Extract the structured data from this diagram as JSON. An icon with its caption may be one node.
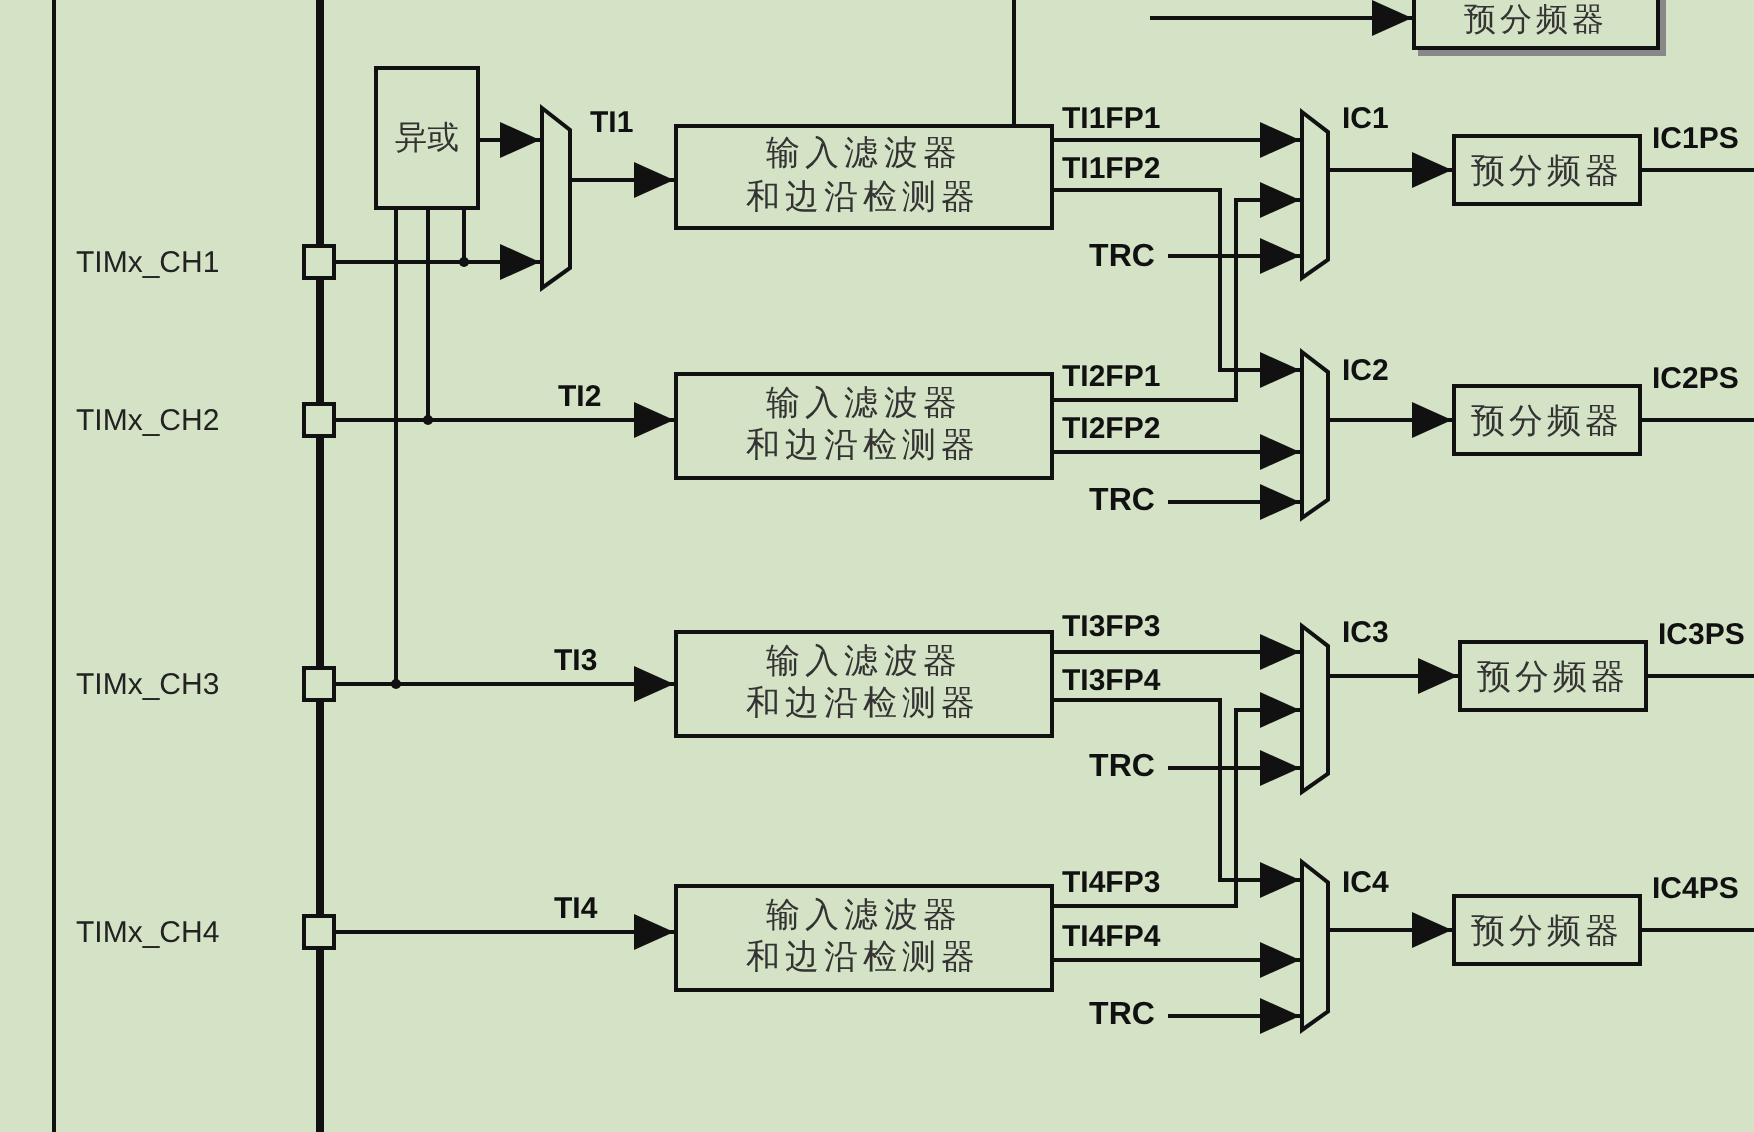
{
  "diagram": {
    "nodes": [
      {
        "text": [
          "异或"
        ]
      },
      {
        "text": [],
        "shape": "trapezoid"
      },
      {
        "text": [
          "输入滤波器和边沿检测器"
        ]
      },
      {
        "text": [
          "输入滤波器和边沿检测器"
        ]
      },
      {
        "text": [
          "输入滤波器和边沿检测器"
        ]
      },
      {
        "text": [
          "输入滤波器和边沿检测器"
        ]
      },
      {
        "text": [],
        "shape": "trapezoid"
      },
      {
        "text": [],
        "shape": "trapezoid"
      },
      {
        "text": [],
        "shape": "trapezoid"
      },
      {
        "text": [],
        "shape": "trapezoid"
      },
      {
        "text": [
          "预分频器"
        ]
      },
      {
        "text": [
          "预分频器"
        ]
      },
      {
        "text": [
          "预分频器"
        ]
      },
      {
        "text": [
          "预分频器"
        ]
      },
      {
        "text": [
          "预分频器"
        ]
      },
      {
        "text": [],
        "shape": "box",
        "beside": [
          "TIMx_CH1"
        ]
      },
      {
        "text": [],
        "shape": "box",
        "beside": [
          "TIMx_CH2"
        ]
      },
      {
        "text": [],
        "shape": "box",
        "beside": [
          "TIMx_CH3"
        ]
      },
      {
        "text": [],
        "shape": "box",
        "beside": [
          "TIMx_CH4"
        ]
      },
      {
        "text": [
          "TRC"
        ]
      },
      {
        "text": [
          "TRC"
        ]
      },
      {
        "text": [
          "TRC"
        ]
      },
      {
        "text": [
          "TRC"
        ]
      }
    ],
    "edges": [
      {
        "from": 15,
        "to": 1,
        "arrow": "to"
      },
      {
        "from": 0,
        "to": 1,
        "arrow": "to"
      },
      {
        "from": 15,
        "to": 0,
        "arrow": "none"
      },
      {
        "from": 16,
        "to": 0,
        "arrow": "none"
      },
      {
        "from": 17,
        "to": 0,
        "arrow": "none"
      },
      {
        "from": 1,
        "to": 2,
        "arrow": "to",
        "label": "TI1"
      },
      {
        "from": 16,
        "to": 3,
        "arrow": "to",
        "label": "TI2"
      },
      {
        "from": 17,
        "to": 4,
        "arrow": "to",
        "label": "TI3"
      },
      {
        "from": 18,
        "to": 5,
        "arrow": "to",
        "label": "TI4"
      },
      {
        "from": 2,
        "to": 6,
        "arrow": "to",
        "label": "TI1FP1"
      },
      {
        "from": 2,
        "to": 7,
        "arrow": "to",
        "label": "TI1FP2"
      },
      {
        "from": 3,
        "to": 6,
        "arrow": "to",
        "label": "TI2FP1"
      },
      {
        "from": 3,
        "to": 7,
        "arrow": "to",
        "label": "TI2FP2"
      },
      {
        "from": 19,
        "to": 6,
        "arrow": "to"
      },
      {
        "from": 20,
        "to": 7,
        "arrow": "to"
      },
      {
        "from": 4,
        "to": 8,
        "arrow": "to",
        "label": "TI3FP3"
      },
      {
        "from": 4,
        "to": 9,
        "arrow": "to",
        "label": "TI3FP4"
      },
      {
        "from": 5,
        "to": 8,
        "arrow": "to",
        "label": "TI4FP3"
      },
      {
        "from": 5,
        "to": 9,
        "arrow": "to",
        "label": "TI4FP4"
      },
      {
        "from": 21,
        "to": 8,
        "arrow": "to"
      },
      {
        "from": 22,
        "to": 9,
        "arrow": "to"
      },
      {
        "from": 6,
        "to": 10,
        "arrow": "to",
        "label": "IC1"
      },
      {
        "from": 7,
        "to": 11,
        "arrow": "to",
        "label": "IC2"
      },
      {
        "from": 8,
        "to": 12,
        "arrow": "to",
        "label": "IC3"
      },
      {
        "from": 9,
        "to": 13,
        "arrow": "to",
        "label": "IC4"
      },
      {
        "from": 10,
        "to": null,
        "arrow": "none",
        "label": "IC1PS"
      },
      {
        "from": 11,
        "to": null,
        "arrow": "none",
        "label": "IC2PS"
      },
      {
        "from": 12,
        "to": null,
        "arrow": "none",
        "label": "IC3PS"
      },
      {
        "from": 13,
        "to": null,
        "arrow": "none",
        "label": "IC4PS"
      },
      {
        "from": 2,
        "to": null,
        "arrow": "none"
      },
      {
        "from": null,
        "to": 14,
        "arrow": "to"
      }
    ]
  }
}
